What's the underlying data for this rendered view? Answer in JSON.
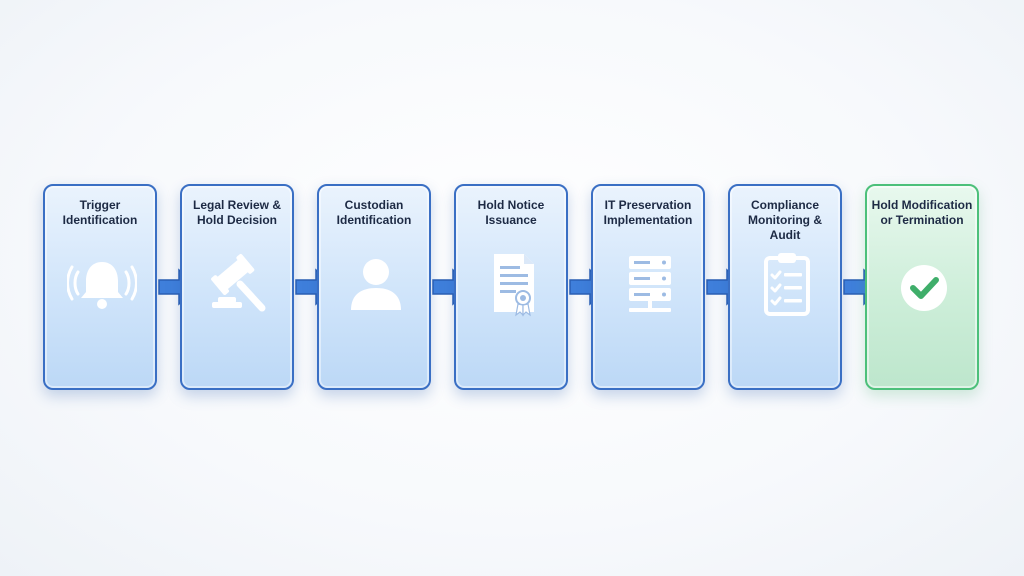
{
  "steps": [
    {
      "label": "Trigger Identification",
      "icon": "bell-icon"
    },
    {
      "label": "Legal Review & Hold Decision",
      "icon": "gavel-icon"
    },
    {
      "label": "Custodian Identification",
      "icon": "person-icon"
    },
    {
      "label": "Hold Notice Issuance",
      "icon": "certificate-document-icon"
    },
    {
      "label": "IT Preservation Implementation",
      "icon": "server-icon"
    },
    {
      "label": "Compliance Monitoring & Audit",
      "icon": "clipboard-checklist-icon"
    },
    {
      "label": "Hold Modification or Termination",
      "icon": "checkmark-icon"
    }
  ],
  "colors": {
    "card_border": "#3a6fc4",
    "card_fill": "#cfe4fa",
    "final_border": "#4cc07a",
    "final_fill": "#cdeed9",
    "arrow": "#3f7fdb"
  }
}
